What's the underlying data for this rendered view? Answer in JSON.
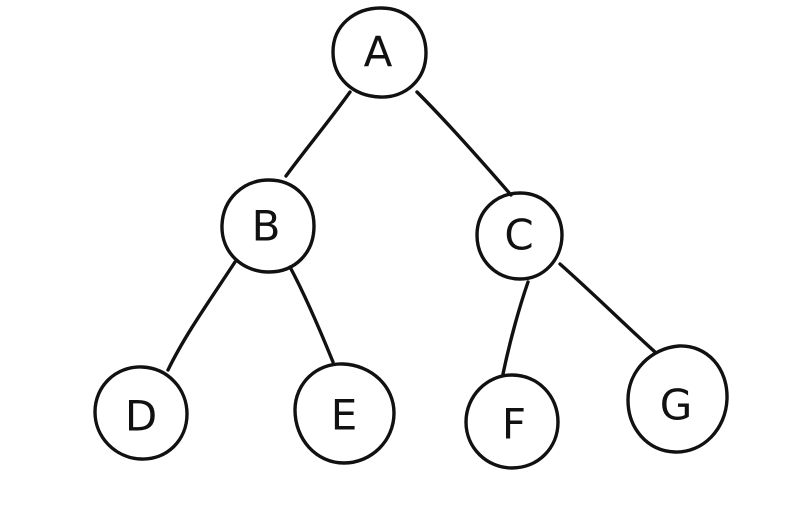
{
  "diagram": {
    "type": "binary-tree",
    "nodes": [
      {
        "id": "A",
        "label": "A"
      },
      {
        "id": "B",
        "label": "B"
      },
      {
        "id": "C",
        "label": "C"
      },
      {
        "id": "D",
        "label": "D"
      },
      {
        "id": "E",
        "label": "E"
      },
      {
        "id": "F",
        "label": "F"
      },
      {
        "id": "G",
        "label": "G"
      }
    ],
    "edges": [
      {
        "from": "A",
        "to": "B"
      },
      {
        "from": "A",
        "to": "C"
      },
      {
        "from": "B",
        "to": "D"
      },
      {
        "from": "B",
        "to": "E"
      },
      {
        "from": "C",
        "to": "F"
      },
      {
        "from": "C",
        "to": "G"
      }
    ],
    "colors": {
      "stroke": "#111111",
      "background": "#ffffff"
    }
  }
}
